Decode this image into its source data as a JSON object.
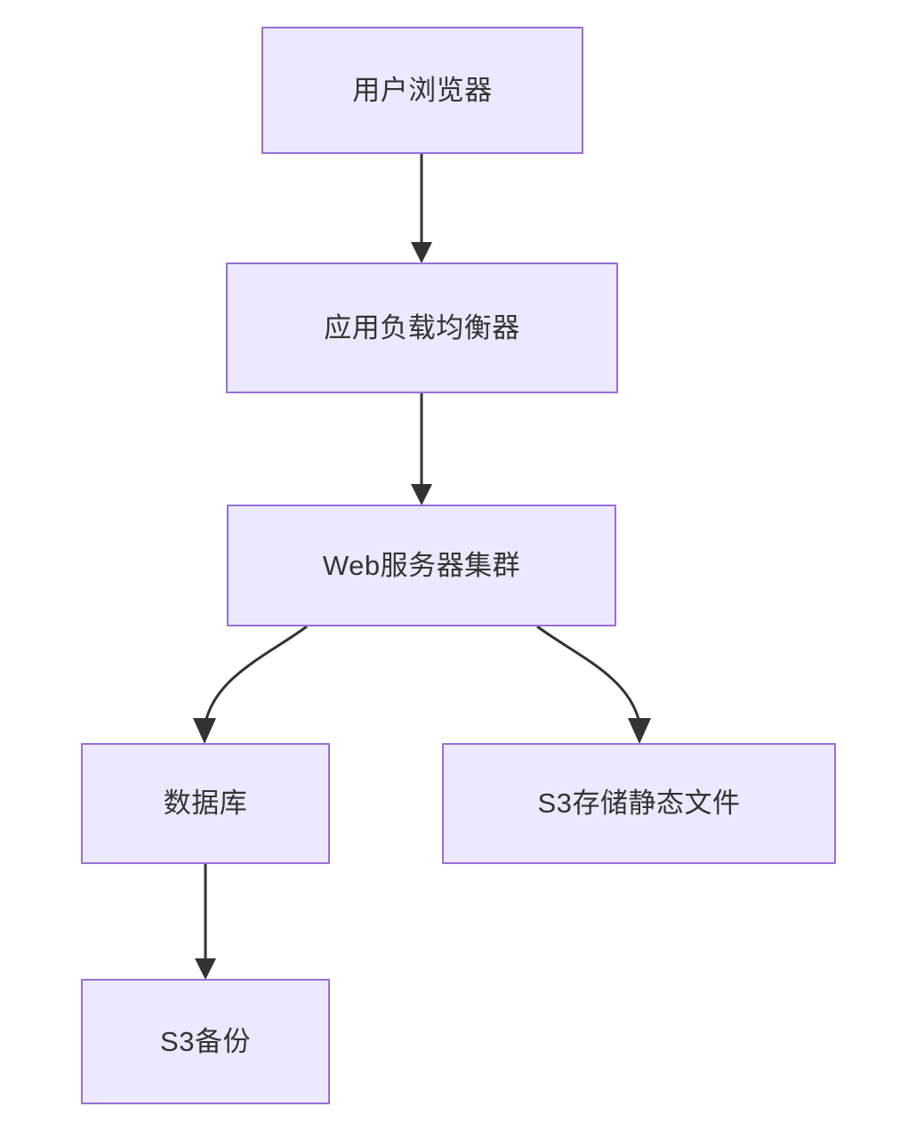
{
  "diagram": {
    "type": "flowchart",
    "direction": "top-to-bottom",
    "theme": {
      "node_fill": "#ECE8FD",
      "node_border": "#9570D6",
      "node_text": "#333333",
      "edge_color": "#333333",
      "background": "#ffffff"
    },
    "nodes": [
      {
        "id": "browser",
        "label": "用户浏览器"
      },
      {
        "id": "alb",
        "label": "应用负载均衡器"
      },
      {
        "id": "web",
        "label": "Web服务器集群"
      },
      {
        "id": "database",
        "label": "数据库"
      },
      {
        "id": "s3static",
        "label": "S3存储静态文件"
      },
      {
        "id": "s3backup",
        "label": "S3备份"
      }
    ],
    "edges": [
      {
        "from": "browser",
        "to": "alb",
        "style": "straight",
        "label": ""
      },
      {
        "from": "alb",
        "to": "web",
        "style": "straight",
        "label": ""
      },
      {
        "from": "web",
        "to": "database",
        "style": "curved",
        "label": ""
      },
      {
        "from": "web",
        "to": "s3static",
        "style": "curved",
        "label": ""
      },
      {
        "from": "database",
        "to": "s3backup",
        "style": "straight",
        "label": ""
      }
    ]
  }
}
